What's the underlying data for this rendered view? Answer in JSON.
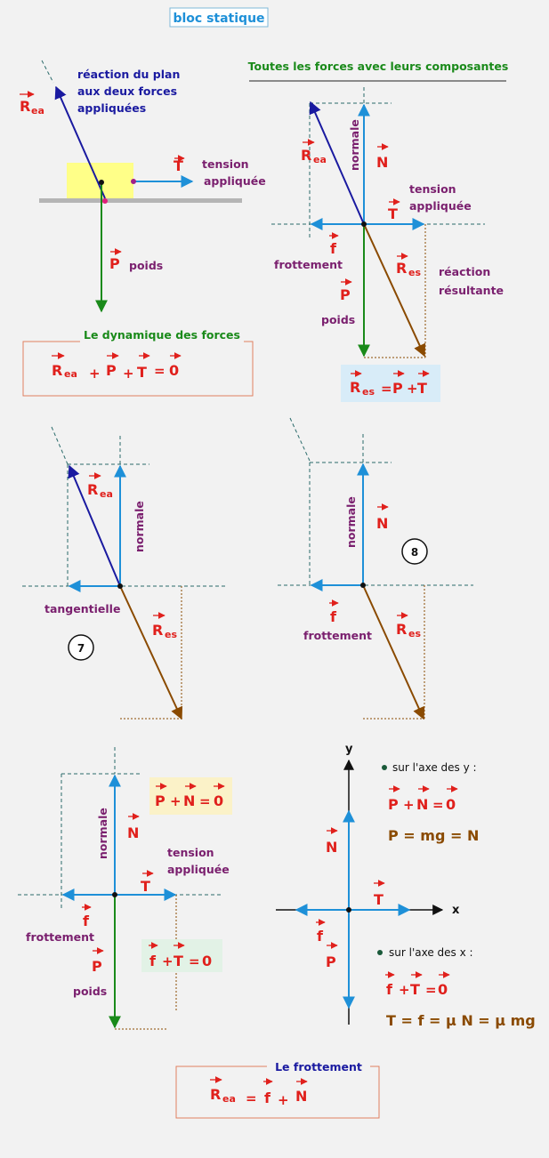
{
  "title": "bloc statique",
  "panel_reaction_label": [
    "réaction du plan",
    "aux deux forces",
    "appliquées"
  ],
  "labels": {
    "R": "R",
    "ea": "ea",
    "es": "es",
    "T": "T",
    "P": "P",
    "N": "N",
    "f": "f",
    "tension": "tension",
    "appliquee": "appliquée",
    "poids": "poids",
    "normale": "normale",
    "frottement": "frottement",
    "tangentielle": "tangentielle",
    "reaction": "réaction",
    "resultante": "résultante",
    "x": "x",
    "y": "y"
  },
  "all_forces_title": "Toutes les forces avec leurs composantes",
  "dynamique_title": "Le dynamique des forces",
  "dynamique_eq": {
    "p1": "+",
    "p2": "+",
    "eq": "=",
    "zero": "0"
  },
  "res_eq": {
    "eq": "=",
    "plus": "+"
  },
  "circles": [
    "7",
    "8"
  ],
  "pn_eq": {
    "plus": "+",
    "eq": "=",
    "zero": "0"
  },
  "ft_eq": {
    "plus": "+",
    "eq": "=",
    "zero": "0"
  },
  "axis_y_title": "sur l'axe des y :",
  "axis_x_title": "sur l'axe des x :",
  "pmg": "P = mg = N",
  "tfmu": "T = f = μ N = μ mg",
  "frottement_title": "Le frottement",
  "frott_eq": {
    "eq": "=",
    "plus": "+"
  },
  "colors": {
    "blue": "#1e90d8",
    "navy": "#1a1aa0",
    "green": "#1a8a1a",
    "brown": "#8a4a00",
    "red": "#e0201c",
    "purple": "#7a1f6e"
  }
}
